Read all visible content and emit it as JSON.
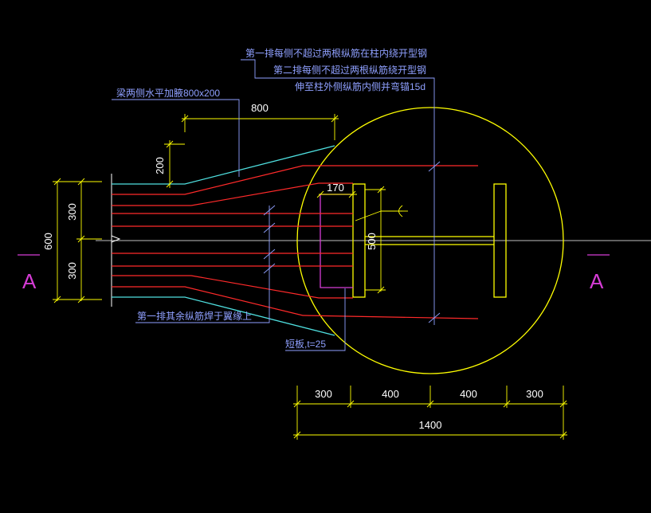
{
  "colors": {
    "background": "#000000",
    "yellow": "#ffff00",
    "red": "#ff2a2a",
    "cyan": "#4fe0e0",
    "white": "#ffffff",
    "magenta": "#d63cd6",
    "leader_blue": "#8fa0ff"
  },
  "notes": {
    "note1": "第一排每侧不超过两根纵筋在柱内绕开型钢",
    "note2": "第二排每侧不超过两根纵筋绕开型钢",
    "note3": "伸至柱外侧纵筋内侧并弯锚15d",
    "haunch": "梁两侧水平加腋800x200",
    "weld": "第一排其余纵筋焊于翼缘上",
    "plate": "短板,t=25"
  },
  "dimensions": {
    "haunch_length": "800",
    "haunch_height": "200",
    "beam_height": "600",
    "beam_upper": "300",
    "beam_lower": "300",
    "plate_width": "170",
    "plate_height": "500",
    "col_seg1": "300",
    "col_seg2": "400",
    "col_seg3": "400",
    "col_seg4": "300",
    "col_total": "1400"
  },
  "section_labels": {
    "left": "A",
    "right": "A"
  }
}
